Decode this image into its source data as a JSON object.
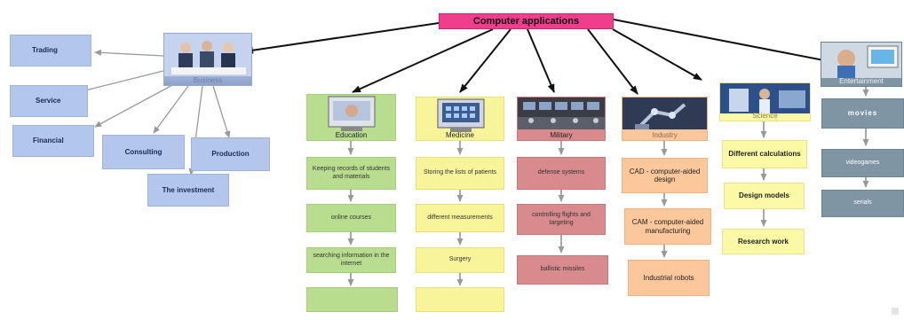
{
  "root": {
    "label": "Computer applications"
  },
  "business": {
    "label": "Business",
    "children": [
      "Trading",
      "Service",
      "Financial",
      "Consulting",
      "Production",
      "The investment"
    ]
  },
  "education": {
    "label": "Education",
    "items": [
      "Keeping records of students and materials",
      "online courses",
      "searching information in the internet",
      ""
    ]
  },
  "medicine": {
    "label": "Medicine",
    "items": [
      "Storing the lists of patients",
      "different measurements",
      "Surgery",
      ""
    ]
  },
  "military": {
    "label": "Military",
    "items": [
      "defense systems",
      "controlling flights and targeting",
      "ballistic missiles"
    ]
  },
  "industry": {
    "label": "Industry",
    "items": [
      "CAD - computer-aided design",
      "CAM - computer-aided manufacturing",
      "Industrial robots"
    ]
  },
  "science": {
    "label": "Science",
    "items": [
      "Different calculations",
      "Design models",
      "Research work"
    ]
  },
  "entertainment": {
    "label": "Entertainment",
    "items": [
      "movies",
      "videogames",
      "serials"
    ]
  },
  "colors": {
    "root": "#f03d8c",
    "business": "#b3c6ec",
    "education": "#b8dd8f",
    "medicine": "#f7f49a",
    "military": "#d98a8c",
    "industry": "#fbc79b",
    "science": "#fbf8a6",
    "entertainment": "#7f95a3"
  }
}
